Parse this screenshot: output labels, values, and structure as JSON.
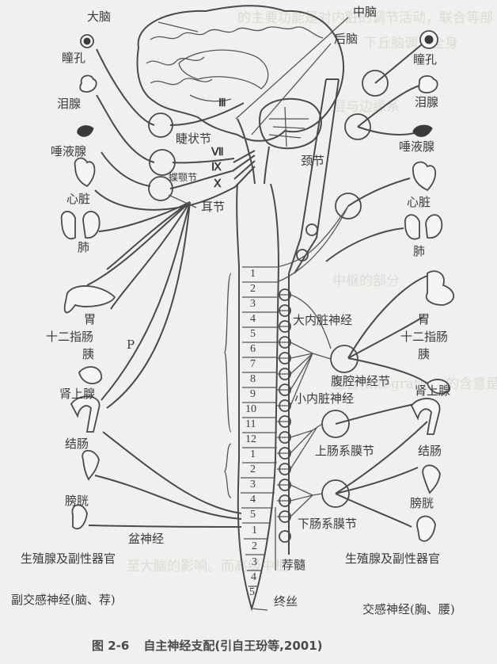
{
  "figure": {
    "number": "图 2-6",
    "title": "自主神经支配(引自王玢等,2001)"
  },
  "brain": {
    "cerebrum": "大脑",
    "midbrain": "中脑",
    "hindbrain": "后脑",
    "cranial_nerves": [
      "Ⅲ",
      "Ⅶ",
      "Ⅸ",
      "Ⅹ"
    ]
  },
  "parasympathetic": {
    "title": "副交感神经(脑、荐)",
    "ganglia": {
      "ciliary": "睫状节",
      "pterygopalatine": "蝶颚节",
      "otic": "耳节"
    },
    "pelvic_nerve": "盆神经",
    "nerve_label_p": "P",
    "organs": [
      "瞳孔",
      "泪腺",
      "唾液腺",
      "心脏",
      "肺",
      "胃",
      "十二指肠",
      "胰",
      "肾上腺",
      "结肠",
      "膀胱",
      "生殖腺及副性器官"
    ]
  },
  "sympathetic": {
    "title": "交感神经(胸、腰)",
    "ganglia": {
      "cervical": "颈节",
      "celiac": "腹腔神经节",
      "superior_mesenteric": "上肠系膜节",
      "inferior_mesenteric": "下肠系膜节"
    },
    "nerves": {
      "greater_splanchnic": "大内脏神经",
      "lesser_splanchnic": "小内脏神经"
    },
    "organs": [
      "瞳孔",
      "泪腺",
      "唾液腺",
      "心脏",
      "肺",
      "胃",
      "十二指肠",
      "胰",
      "肾上腺",
      "结肠",
      "膀胱",
      "生殖腺及副性器官"
    ]
  },
  "spinal_cord": {
    "thoracic_segments": [
      "1",
      "2",
      "3",
      "4",
      "5",
      "6",
      "7",
      "8",
      "9",
      "10",
      "11",
      "12"
    ],
    "lumbar_segments": [
      "1",
      "2",
      "3",
      "4",
      "5"
    ],
    "sacral_segments": [
      "1",
      "2",
      "3",
      "4",
      "5"
    ],
    "sacral_label": "荐髓",
    "filum_terminale": "终丝"
  }
}
